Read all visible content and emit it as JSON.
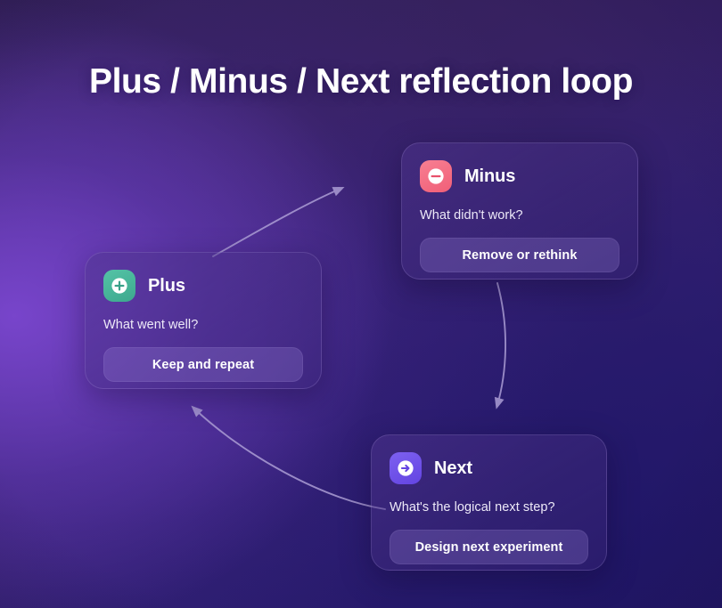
{
  "page": {
    "title": "Plus / Minus / Next reflection loop",
    "background_from": "#32204f",
    "background_to": "#261a6b",
    "glow_color": "#7a46ce"
  },
  "cards": [
    {
      "id": "plus",
      "icon": "plus-circle-icon",
      "title": "Plus",
      "question": "What went well?",
      "action_label": "Keep and repeat",
      "accent": "#44b89a"
    },
    {
      "id": "minus",
      "icon": "minus-circle-icon",
      "title": "Minus",
      "question": "What didn't work?",
      "action_label": "Remove or rethink",
      "accent": "#f2667f"
    },
    {
      "id": "next",
      "icon": "arrow-right-circle-icon",
      "title": "Next",
      "question": "What's the logical next step?",
      "action_label": "Design next experiment",
      "accent": "#6c4fe8"
    }
  ],
  "connectors": [
    {
      "id": "plus-to-minus",
      "from": "plus",
      "to": "minus",
      "color": "#b0a2d8"
    },
    {
      "id": "minus-to-next",
      "from": "minus",
      "to": "next",
      "color": "#b0a2d8"
    },
    {
      "id": "next-to-plus",
      "from": "next",
      "to": "plus",
      "color": "#b0a2d8"
    }
  ]
}
